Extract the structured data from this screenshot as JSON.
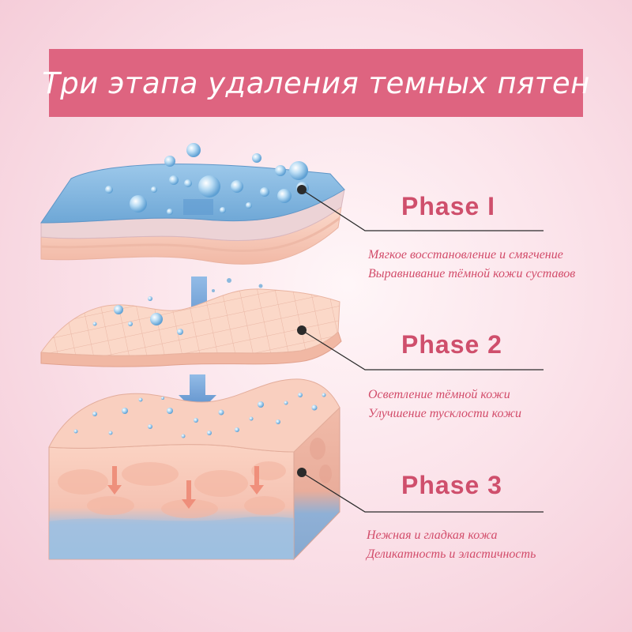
{
  "banner": {
    "title": "Три этапа удаления темных пятен"
  },
  "colors": {
    "banner": "#de6480",
    "phase_title": "#cf4f6c",
    "description": "#d24c6a",
    "skin": "#f7cdbd",
    "water": "#7fb4dc",
    "arrow": "#5f95cf"
  },
  "phases": [
    {
      "title": "Phase I",
      "lines": [
        "Мягкое восстановление и смягчение",
        "Выравнивание тёмной кожи суставов"
      ]
    },
    {
      "title": "Phase 2",
      "lines": [
        "Осветление тёмной кожи",
        "Улучшение тусклости кожи"
      ]
    },
    {
      "title": "Phase 3",
      "lines": [
        "Нежная и гладкая кожа",
        "Деликатность и эластичность"
      ]
    }
  ],
  "icons": [
    "bubble-icon",
    "down-arrow-icon",
    "pointer-dot-icon"
  ]
}
